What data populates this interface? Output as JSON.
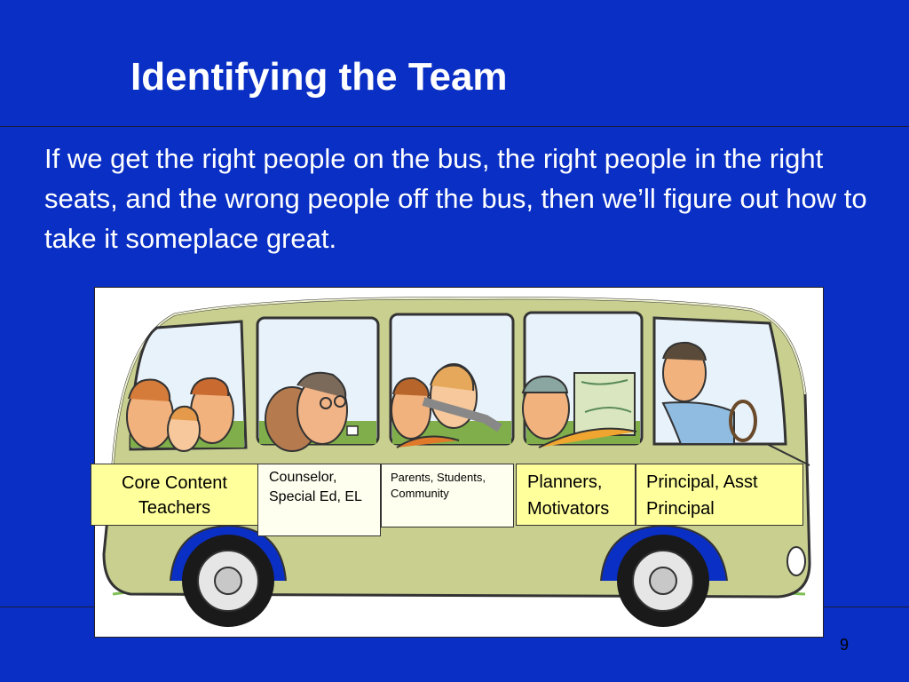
{
  "slide": {
    "title": "Identifying the Team",
    "quote": "If we get the right people on the bus, the right people in the right seats, and the wrong people off the bus, then we’ll figure out how to take it someplace great.",
    "page_number": "9"
  },
  "labels": {
    "core_content": "Core Content Teachers",
    "counselor": "Counselor, Special Ed, EL",
    "parents": "Parents, Students, Community",
    "planners": "Planners, Motivators",
    "principal": "Principal, Asst  Principal"
  },
  "colors": {
    "background": "#0a2fc4",
    "bus_body": "#c8cf8f",
    "label_yellow": "#ffff9c",
    "label_cream": "#fffff0",
    "window": "#e8f2fb"
  }
}
